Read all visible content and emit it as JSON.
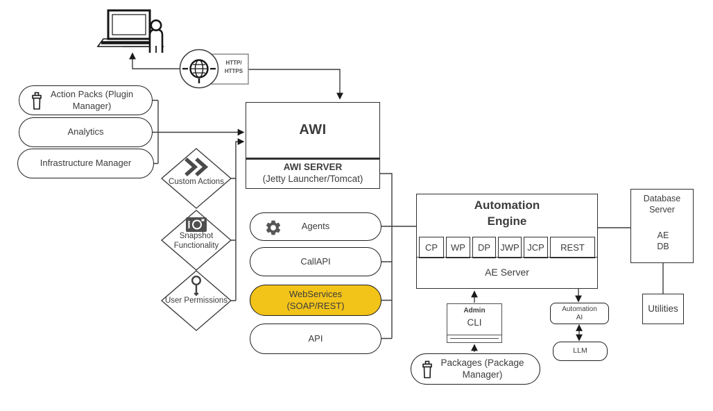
{
  "palette": {
    "highlight": "#F2C319"
  },
  "network": {
    "label": "HTTP/\nHTTPS"
  },
  "left_group": {
    "pills": [
      {
        "label": "Action Packs (Plugin\nManager)",
        "icon": "package-icon"
      },
      {
        "label": "Analytics"
      },
      {
        "label": "Infrastructure Manager"
      }
    ]
  },
  "features": [
    {
      "label": "Custom Actions",
      "icon": "chevrons-icon"
    },
    {
      "label": "Snapshot\nFunctionality",
      "icon": "camera-icon"
    },
    {
      "label": "User Permissions",
      "icon": "key-icon"
    }
  ],
  "awi": {
    "title": "AWI",
    "server_title": "AWI SERVER",
    "server_sub": "(Jetty Launcher/Tomcat)"
  },
  "interfaces": [
    {
      "label": "Agents",
      "icon": "gear-icon"
    },
    {
      "label": "CallAPI"
    },
    {
      "label": "WebServices\n(SOAP/REST)",
      "highlighted": true
    },
    {
      "label": "API"
    }
  ],
  "automation_engine": {
    "title": "Automation\nEngine",
    "processes": [
      "CP",
      "WP",
      "DP",
      "JWP",
      "JCP",
      "REST"
    ],
    "server_label": "AE Server"
  },
  "database_server": {
    "title": "Database\nServer",
    "db_label": "AE\nDB"
  },
  "utilities": {
    "label": "Utilities"
  },
  "admin_cli": {
    "title": "Admin",
    "label": "CLI"
  },
  "packages": {
    "label": "Packages (Package Manager)"
  },
  "automation_ai": {
    "label": "Automation\nAI"
  },
  "llm": {
    "label": "LLM"
  }
}
